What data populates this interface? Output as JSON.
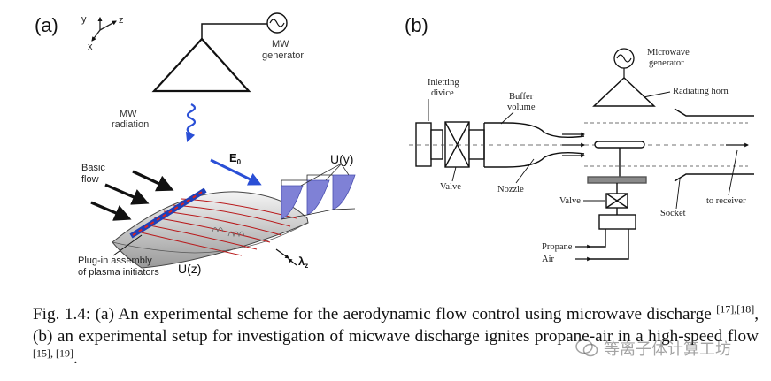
{
  "panel_a": {
    "label": "(a)",
    "axes": {
      "y": "y",
      "z": "z",
      "x": "x"
    },
    "generator": [
      "MW",
      "generator"
    ],
    "radiation": [
      "MW",
      "radiation"
    ],
    "field": "E",
    "field_sub": "0",
    "basic_flow": [
      "Basic",
      "flow"
    ],
    "profile_y": "U(y)",
    "profile_z": "U(z)",
    "lambda": "λ",
    "lambda_sub": "z",
    "assembly": [
      "Plug-in assembly",
      "of plasma initiators"
    ]
  },
  "panel_b": {
    "label": "(b)",
    "generator": [
      "Microwave",
      "generator"
    ],
    "horn": "Radiating horn",
    "inletting": [
      "Inletting",
      "divice"
    ],
    "buffer": [
      "Buffer",
      "volume"
    ],
    "valve_left": "Valve",
    "nozzle": "Nozzle",
    "valve_bottom": "Valve",
    "socket": "Socket",
    "receiver": "to receiver",
    "propane": "Propane",
    "air": "Air"
  },
  "caption": {
    "fig": "Fig. 1.4: (a) An experimental scheme for the aerodynamic flow control using microwave discharge ",
    "ref1": "[17],[18]",
    "mid": ", (b) an experimental setup for investigation of mic",
    "mid2": "wave discharge ignites propane-air in a high-speed flow ",
    "ref2": "[15], [19]",
    "end": "."
  },
  "watermark": {
    "text": "等离子体计算工坊",
    "icon": "wechat-icon"
  }
}
